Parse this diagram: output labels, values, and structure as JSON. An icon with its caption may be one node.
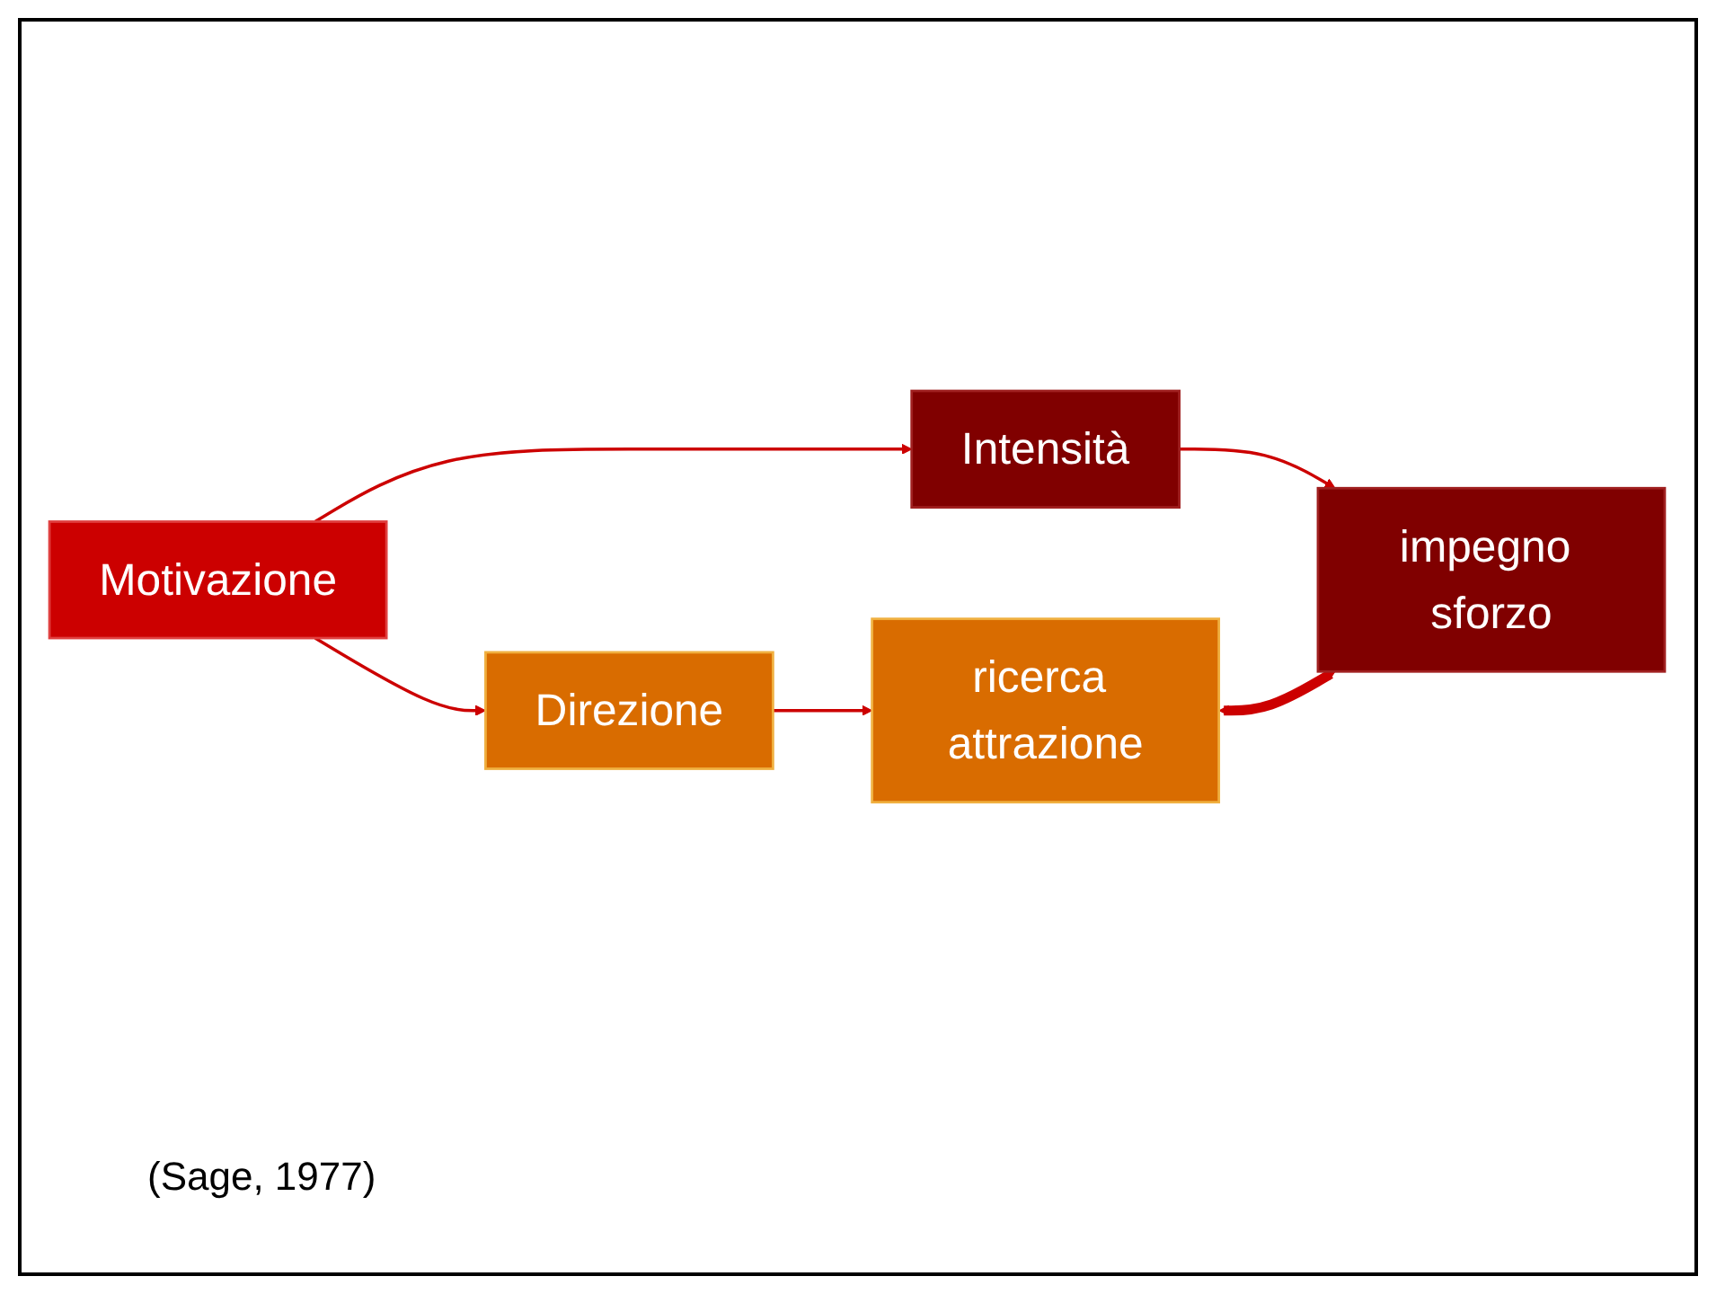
{
  "diagram": {
    "nodes": [
      {
        "text": [
          "Motivazione"
        ]
      },
      {
        "text": [
          "Direzione"
        ]
      },
      {
        "text": [
          "ricerca attrazione"
        ]
      },
      {
        "text": [
          "Intensità"
        ]
      },
      {
        "text": [
          "impegno sforzo"
        ]
      }
    ],
    "edges": [
      {
        "from": 0,
        "to": 1,
        "arrow": "to"
      },
      {
        "from": 0,
        "to": 3,
        "arrow": "to"
      },
      {
        "from": 1,
        "to": 2,
        "arrow": "to"
      },
      {
        "from": 3,
        "to": 4,
        "arrow": "to"
      },
      {
        "from": 2,
        "to": 4,
        "arrow": "both",
        "style": "thick"
      }
    ],
    "labels": [
      "(Sage, 1977)"
    ]
  }
}
